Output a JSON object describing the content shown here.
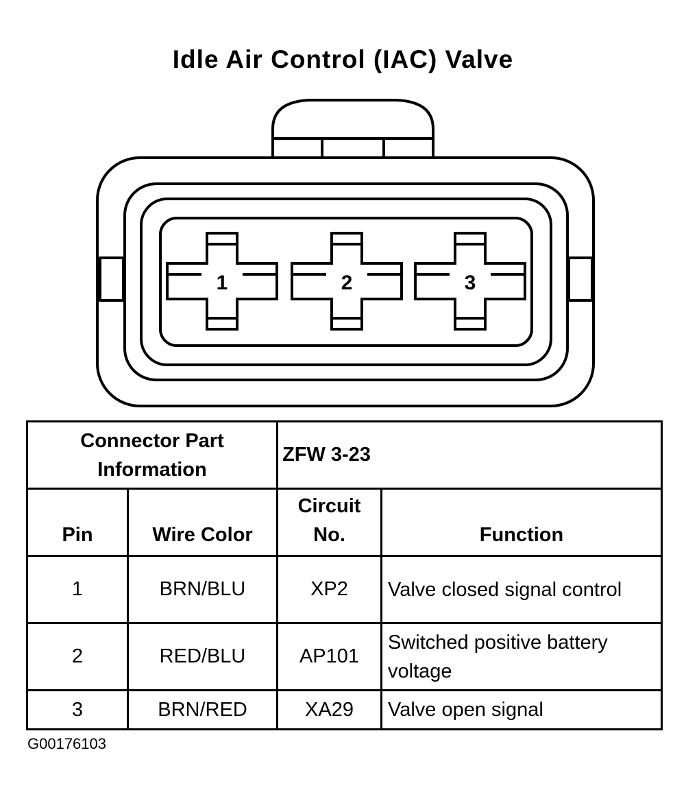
{
  "title": "Idle Air Control (IAC) Valve",
  "connector": {
    "pins": [
      {
        "label": "1"
      },
      {
        "label": "2"
      },
      {
        "label": "3"
      }
    ]
  },
  "table": {
    "info_label": "Connector Part Information",
    "info_value": "ZFW 3-23",
    "headers": {
      "pin": "Pin",
      "wire_color": "Wire Color",
      "circuit": "Circuit No.",
      "function": "Function"
    },
    "rows": [
      {
        "pin": "1",
        "wire_color": "BRN/BLU",
        "circuit": "XP2",
        "function": "Valve closed signal control"
      },
      {
        "pin": "2",
        "wire_color": "RED/BLU",
        "circuit": "AP101",
        "function": "Switched positive battery voltage"
      },
      {
        "pin": "3",
        "wire_color": "BRN/RED",
        "circuit": "XA29",
        "function": "Valve open signal"
      }
    ]
  },
  "figure_code": "G00176103"
}
